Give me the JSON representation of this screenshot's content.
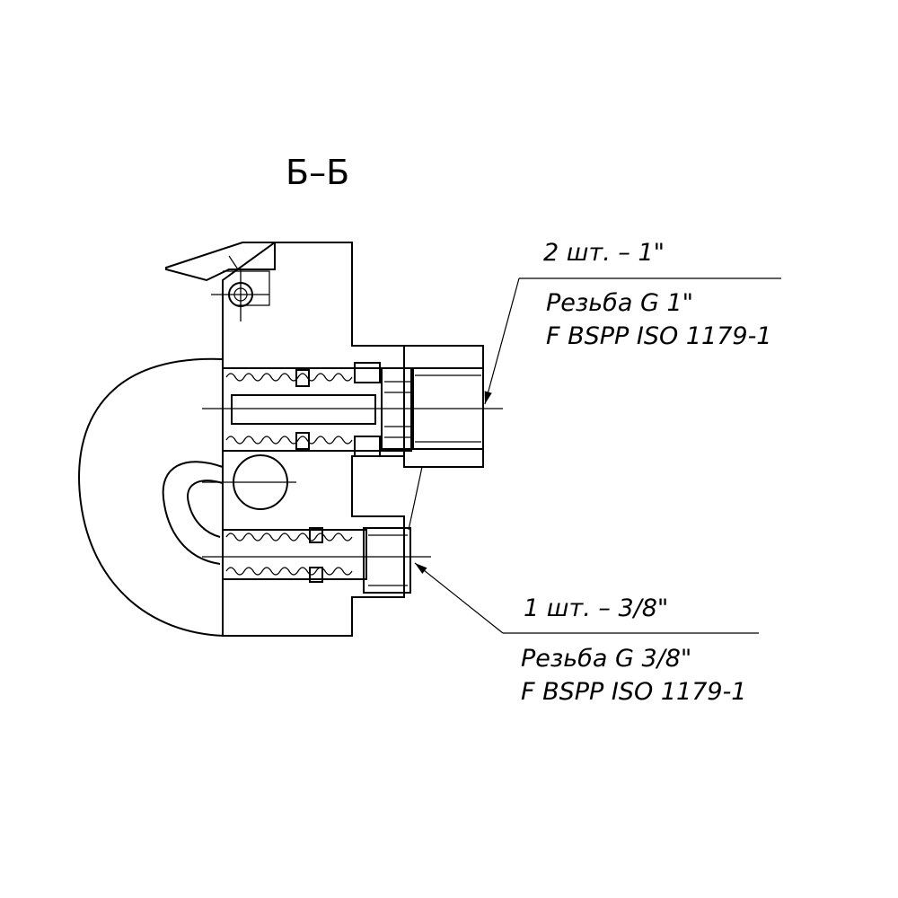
{
  "section": {
    "title": "Б–Б"
  },
  "callouts": {
    "upper": {
      "qty": "2 шт. – 1\"",
      "thread_line1": "Резьба G 1\"",
      "thread_line2": "F BSPP ISO 1179-1"
    },
    "lower": {
      "qty": "1 шт. – 3/8\"",
      "thread_line1": "Резьба G 3/8\"",
      "thread_line2": "F BSPP ISO 1179-1"
    }
  },
  "colors": {
    "line": "#000000",
    "background": "#ffffff"
  }
}
